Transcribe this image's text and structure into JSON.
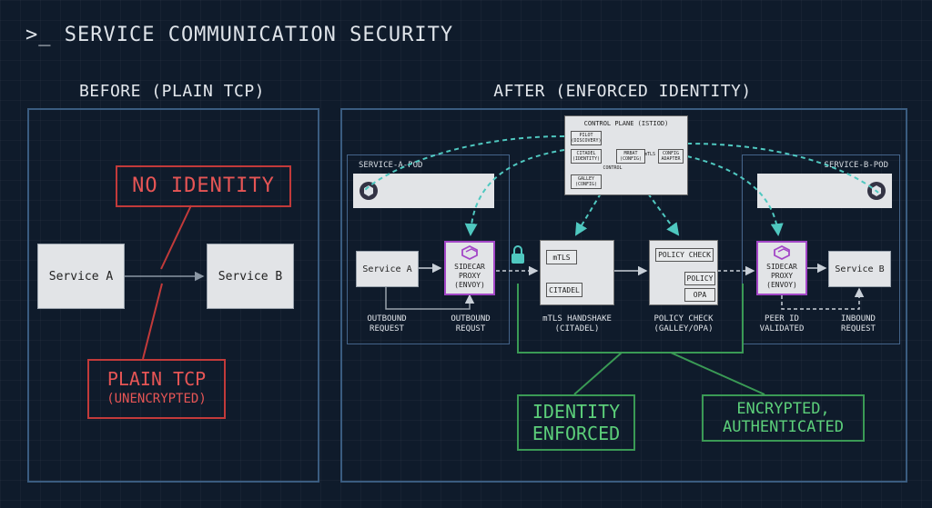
{
  "title": ">_ SERVICE COMMUNICATION SECURITY",
  "before": {
    "heading": "BEFORE (PLAIN TCP)",
    "service_a": "Service A",
    "service_b": "Service B",
    "no_identity": "NO IDENTITY",
    "plain_tcp": "PLAIN TCP",
    "unencrypted": "(UNENCRYPTED)"
  },
  "after": {
    "heading": "AFTER (ENFORCED IDENTITY)",
    "control_plane": {
      "title": "CONTROL PLANE (ISTIOD)",
      "pilot": "PILOT (DISCOVERY)",
      "citadel": "CITADEL (IDENTITY)",
      "mrbat": "MRBAT (CONFIG)",
      "galley": "GALLEY (CONFIG)",
      "control": "CONTROL",
      "mtls": "mTLS",
      "config_adapter": "CONFIG ADAPTER"
    },
    "pod_a_label": "SERVICE-A-POD",
    "pod_b_label": "SERVICE-B-POD",
    "service_a": "Service A",
    "service_b": "Service B",
    "proxy_a": [
      "SIDECAR",
      "PROXY",
      "(ENVOY)"
    ],
    "proxy_b": [
      "SIDECAR",
      "PROXY",
      "(ENVOY)"
    ],
    "mtls_box": {
      "mtls": "mTLS",
      "citadel": "CITADEL"
    },
    "policy_box": {
      "check": "POLICY CHECK",
      "policy": "POLICY",
      "opa": "OPA"
    },
    "captions": {
      "outbound1": [
        "OUTBOUND",
        "REQUEST"
      ],
      "outbound2": [
        "OUTBOUND",
        "REQUST"
      ],
      "handshake": [
        "mTLS HANDSHAKE",
        "(CITADEL)"
      ],
      "policy": [
        "POLICY CHECK",
        "(GALLEY/OPA)"
      ],
      "peer": [
        "PEER ID",
        "VALIDATED"
      ],
      "inbound": [
        "INBOUND",
        "REQUEST"
      ]
    },
    "identity_enforced": [
      "IDENTITY",
      "ENFORCED"
    ],
    "encrypted": [
      "ENCRYPTED,",
      "AUTHENTICATED"
    ]
  },
  "colors": {
    "accent_red": "#c23a3a",
    "accent_green": "#3a9a55",
    "accent_cyan": "#4fc8c0",
    "proxy_purple": "#a347c7"
  }
}
